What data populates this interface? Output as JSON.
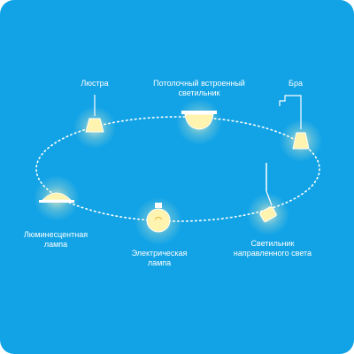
{
  "colors": {
    "background": "#12A3E6",
    "glow": "#FFF6C2",
    "lamp": "#FFF3B0",
    "outline": "#FFFFFF"
  },
  "lamps": [
    {
      "id": "chandelier",
      "label": "Люстра",
      "icon": "chandelier-icon"
    },
    {
      "id": "ceiling",
      "label": "Потолочный встроенный\nсветильник",
      "icon": "recessed-ceiling-light-icon"
    },
    {
      "id": "sconce",
      "label": "Бра",
      "icon": "wall-sconce-icon"
    },
    {
      "id": "spot",
      "label": "Светильник\nнаправленного света",
      "icon": "spotlight-icon"
    },
    {
      "id": "bulb",
      "label": "Электрическая\nлампа",
      "icon": "light-bulb-icon"
    },
    {
      "id": "fluorescent",
      "label": "Люминесцентная\nлампа",
      "icon": "fluorescent-lamp-icon"
    }
  ]
}
